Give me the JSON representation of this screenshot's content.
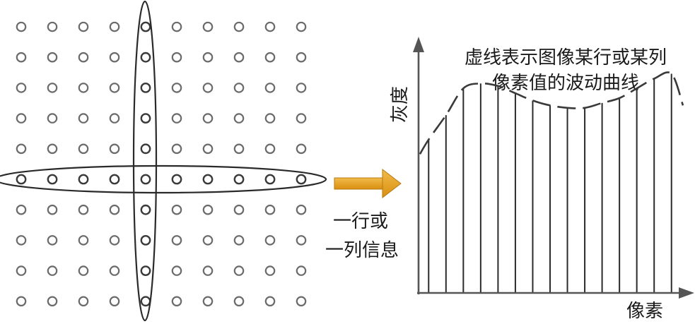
{
  "text": {
    "title_line1": "虚线表示图像某行或某列",
    "title_line2": "像素值的波动曲线",
    "y_axis_label": "灰度",
    "x_axis_label": "像素",
    "caption_line1": "一行或",
    "caption_line2": "一列信息"
  },
  "grid": {
    "rows": 10,
    "cols": 10,
    "highlight_row": 5,
    "highlight_col": 4
  },
  "colors": {
    "dot": "#6b6b6b",
    "ellipse": "#2a2a2a",
    "arrow": "#e8a126",
    "axis": "#555555"
  },
  "chart_data": {
    "type": "bar",
    "title": "虚线表示图像某行或某列像素值的波动曲线",
    "xlabel": "像素",
    "ylabel": "灰度",
    "values": [
      0.63,
      0.73,
      0.84,
      0.86,
      0.85,
      0.82,
      0.79,
      0.77,
      0.76,
      0.76,
      0.78,
      0.8,
      0.84,
      0.88,
      0.9
    ],
    "curve_style": "dashed"
  }
}
